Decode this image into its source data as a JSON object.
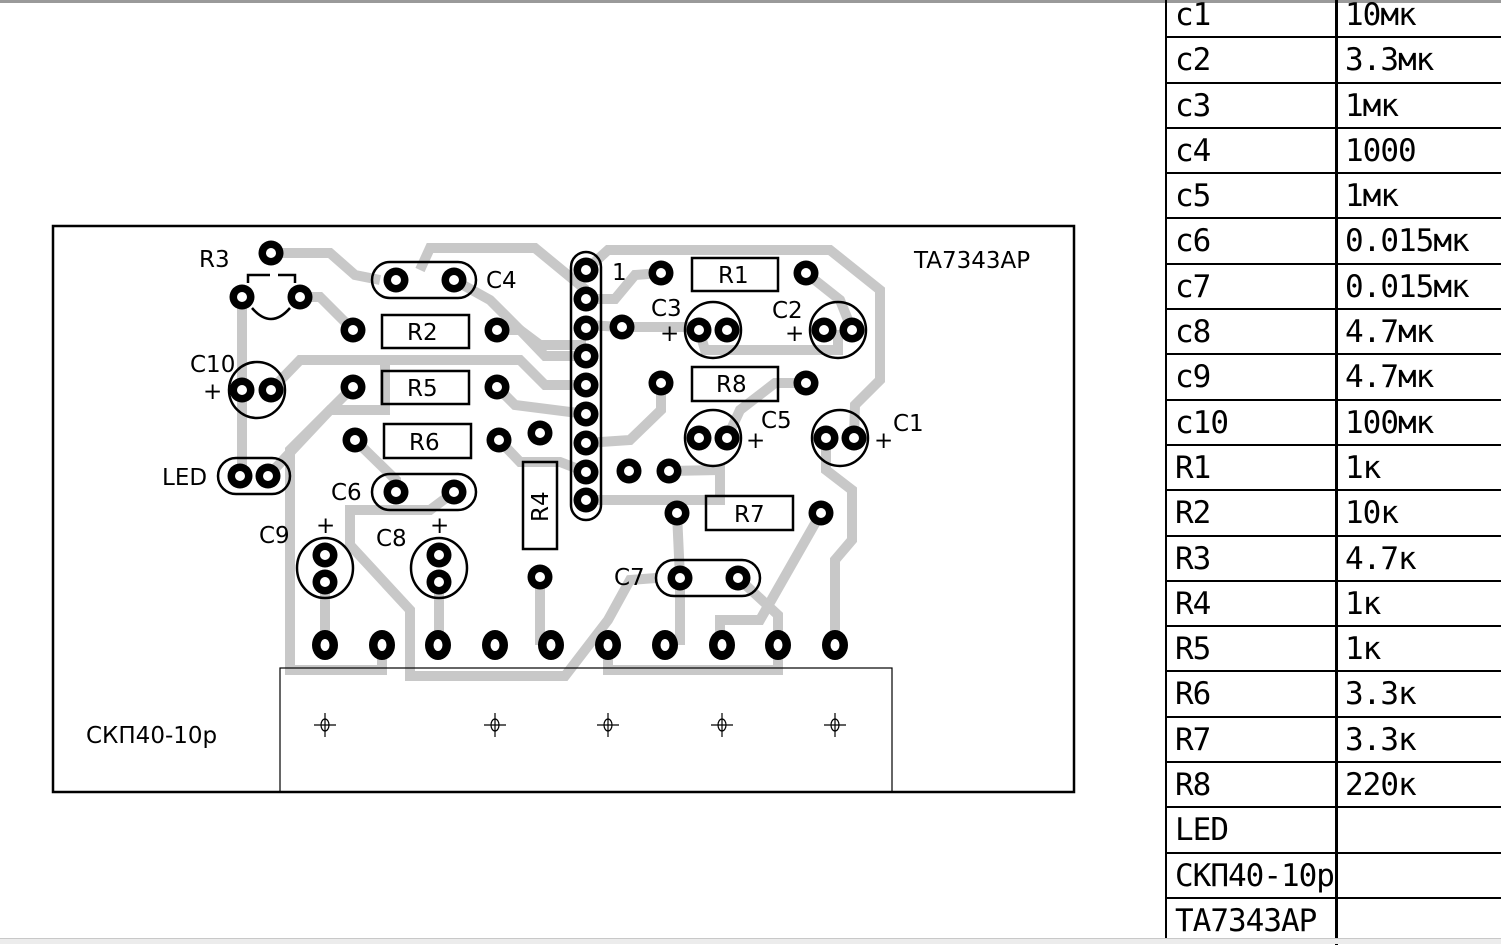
{
  "board": {
    "ic_label": "TA7343AP",
    "connector_label": "СКП40-10р",
    "pin1_label": "1",
    "components": {
      "R1": "R1",
      "R2": "R2",
      "R3": "R3",
      "R4": "R4",
      "R5": "R5",
      "R6": "R6",
      "R7": "R7",
      "R8": "R8",
      "C1": "C1",
      "C2": "C2",
      "C3": "C3",
      "C4": "C4",
      "C5": "C5",
      "C6": "C6",
      "C7": "C7",
      "C8": "C8",
      "C9": "C9",
      "C10": "C10",
      "LED": "LED"
    },
    "plus": "+"
  },
  "bom": [
    {
      "ref": "c1",
      "value": "10мк"
    },
    {
      "ref": "c2",
      "value": "3.3мк"
    },
    {
      "ref": "c3",
      "value": "1мк"
    },
    {
      "ref": "c4",
      "value": "1000"
    },
    {
      "ref": "c5",
      "value": "1мк"
    },
    {
      "ref": "c6",
      "value": "0.015мк"
    },
    {
      "ref": "c7",
      "value": "0.015мк"
    },
    {
      "ref": "c8",
      "value": "4.7мк"
    },
    {
      "ref": "c9",
      "value": "4.7мк"
    },
    {
      "ref": "c10",
      "value": "100мк"
    },
    {
      "ref": "R1",
      "value": "1к"
    },
    {
      "ref": "R2",
      "value": "10к"
    },
    {
      "ref": "R3",
      "value": "4.7к"
    },
    {
      "ref": "R4",
      "value": "1к"
    },
    {
      "ref": "R5",
      "value": "1к"
    },
    {
      "ref": "R6",
      "value": "3.3к"
    },
    {
      "ref": "R7",
      "value": "3.3к"
    },
    {
      "ref": "R8",
      "value": "220к"
    },
    {
      "ref": "LED",
      "value": ""
    },
    {
      "ref": "СКП40-10р",
      "value": ""
    },
    {
      "ref": "TA7343AP",
      "value": ""
    }
  ]
}
